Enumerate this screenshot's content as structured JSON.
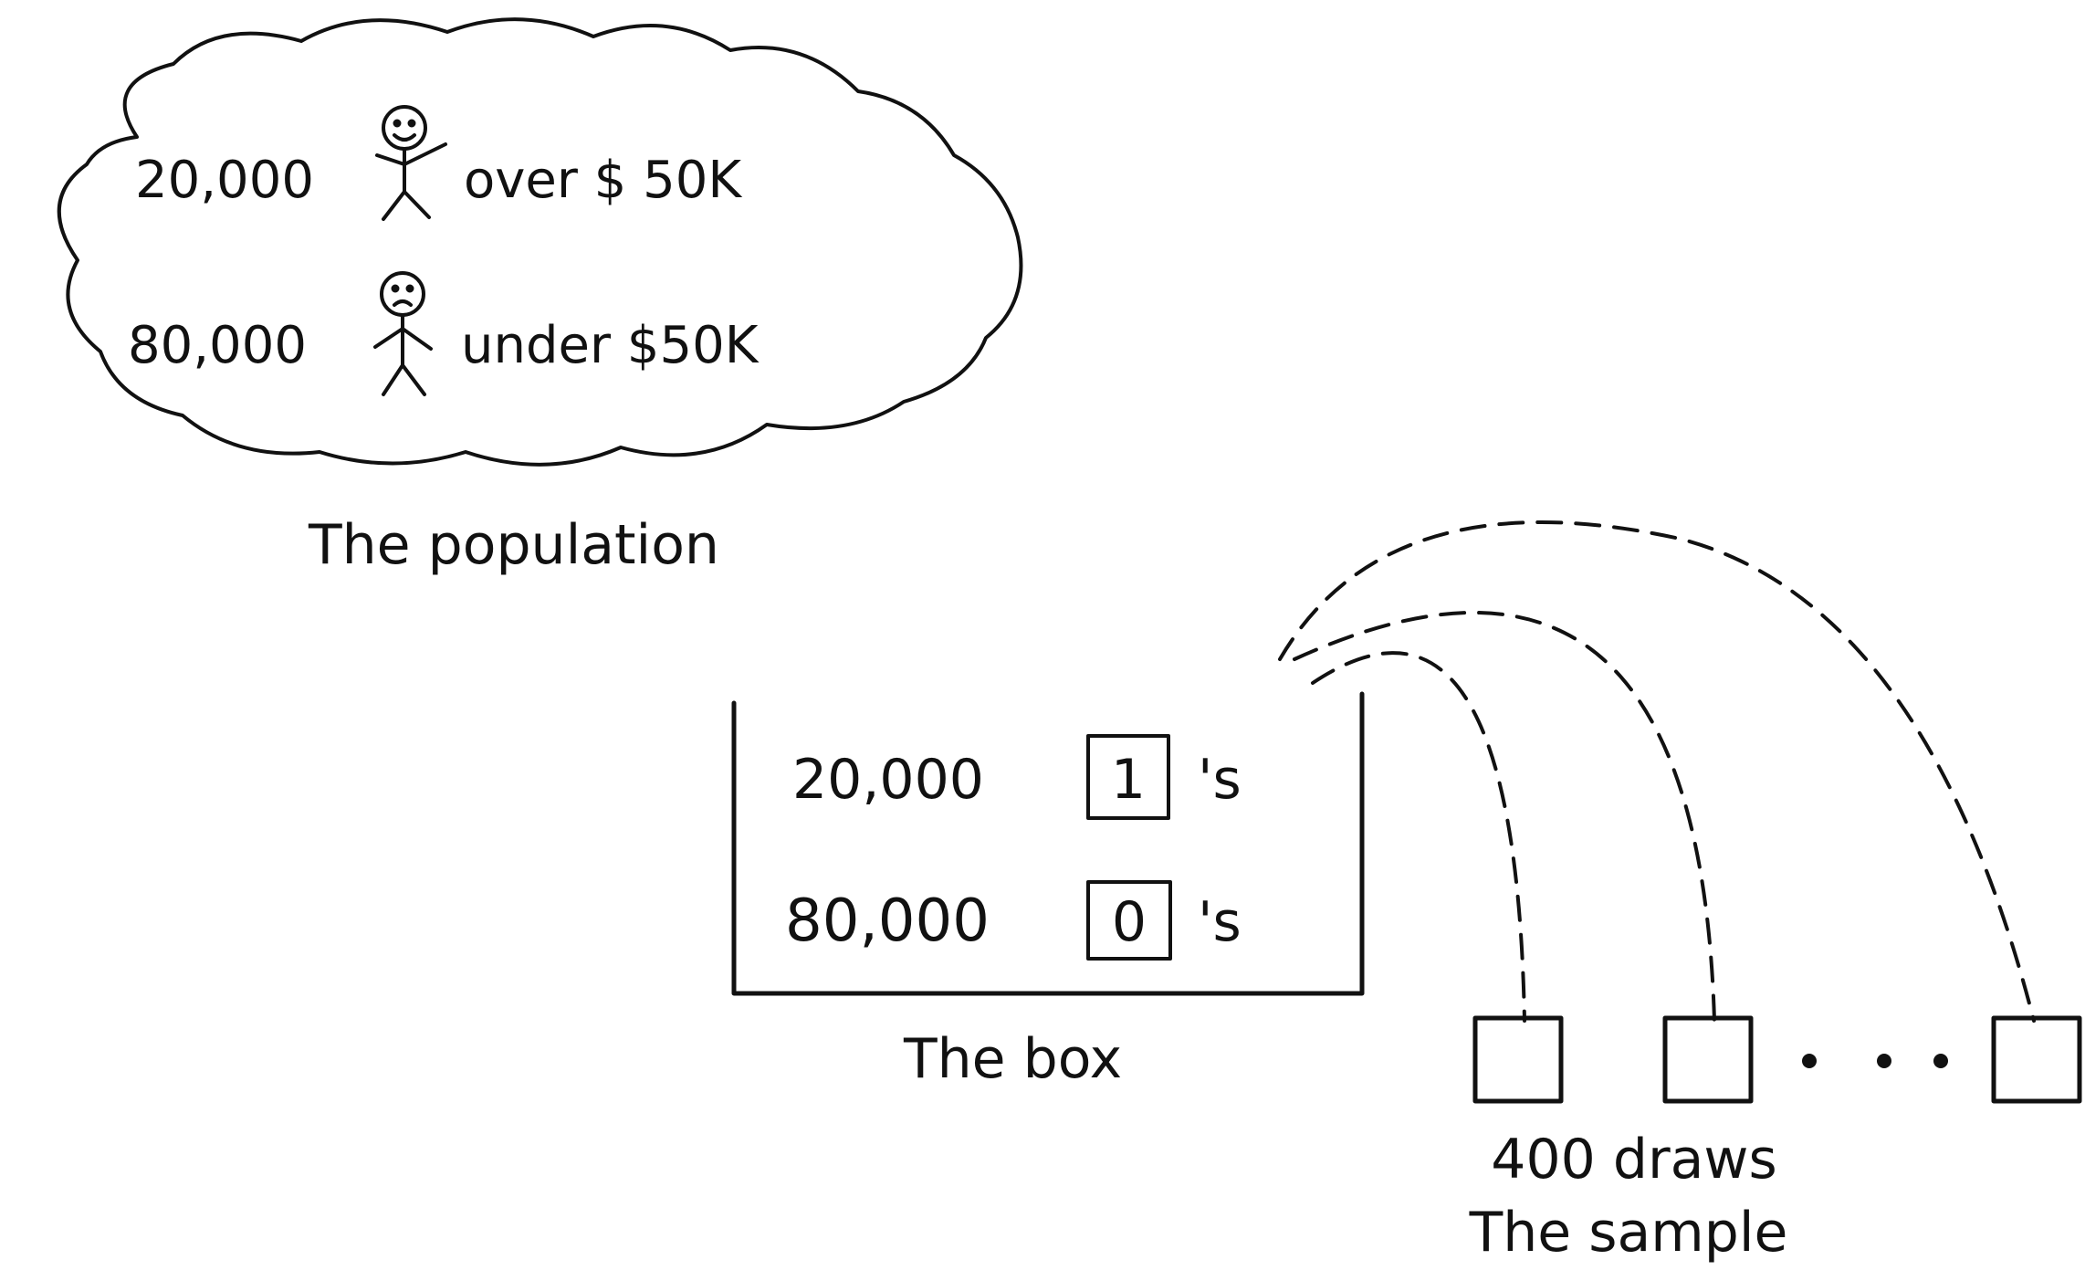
{
  "population": {
    "over_count": "20,000",
    "over_label": "over $ 50K",
    "under_count": "80,000",
    "under_label": "under $50K",
    "caption": "The population"
  },
  "box": {
    "ones_count": "20,000",
    "ones_tile": "1",
    "ones_suffix": "'s",
    "zeros_count": "80,000",
    "zeros_tile": "0",
    "zeros_suffix": "'s",
    "caption": "The box"
  },
  "sample": {
    "draws_label": "400 draws",
    "caption": "The sample"
  },
  "icons": [
    "happy-stick-figure-icon",
    "sad-stick-figure-icon"
  ],
  "colors": {
    "ink": "#111111",
    "background": "#ffffff"
  }
}
